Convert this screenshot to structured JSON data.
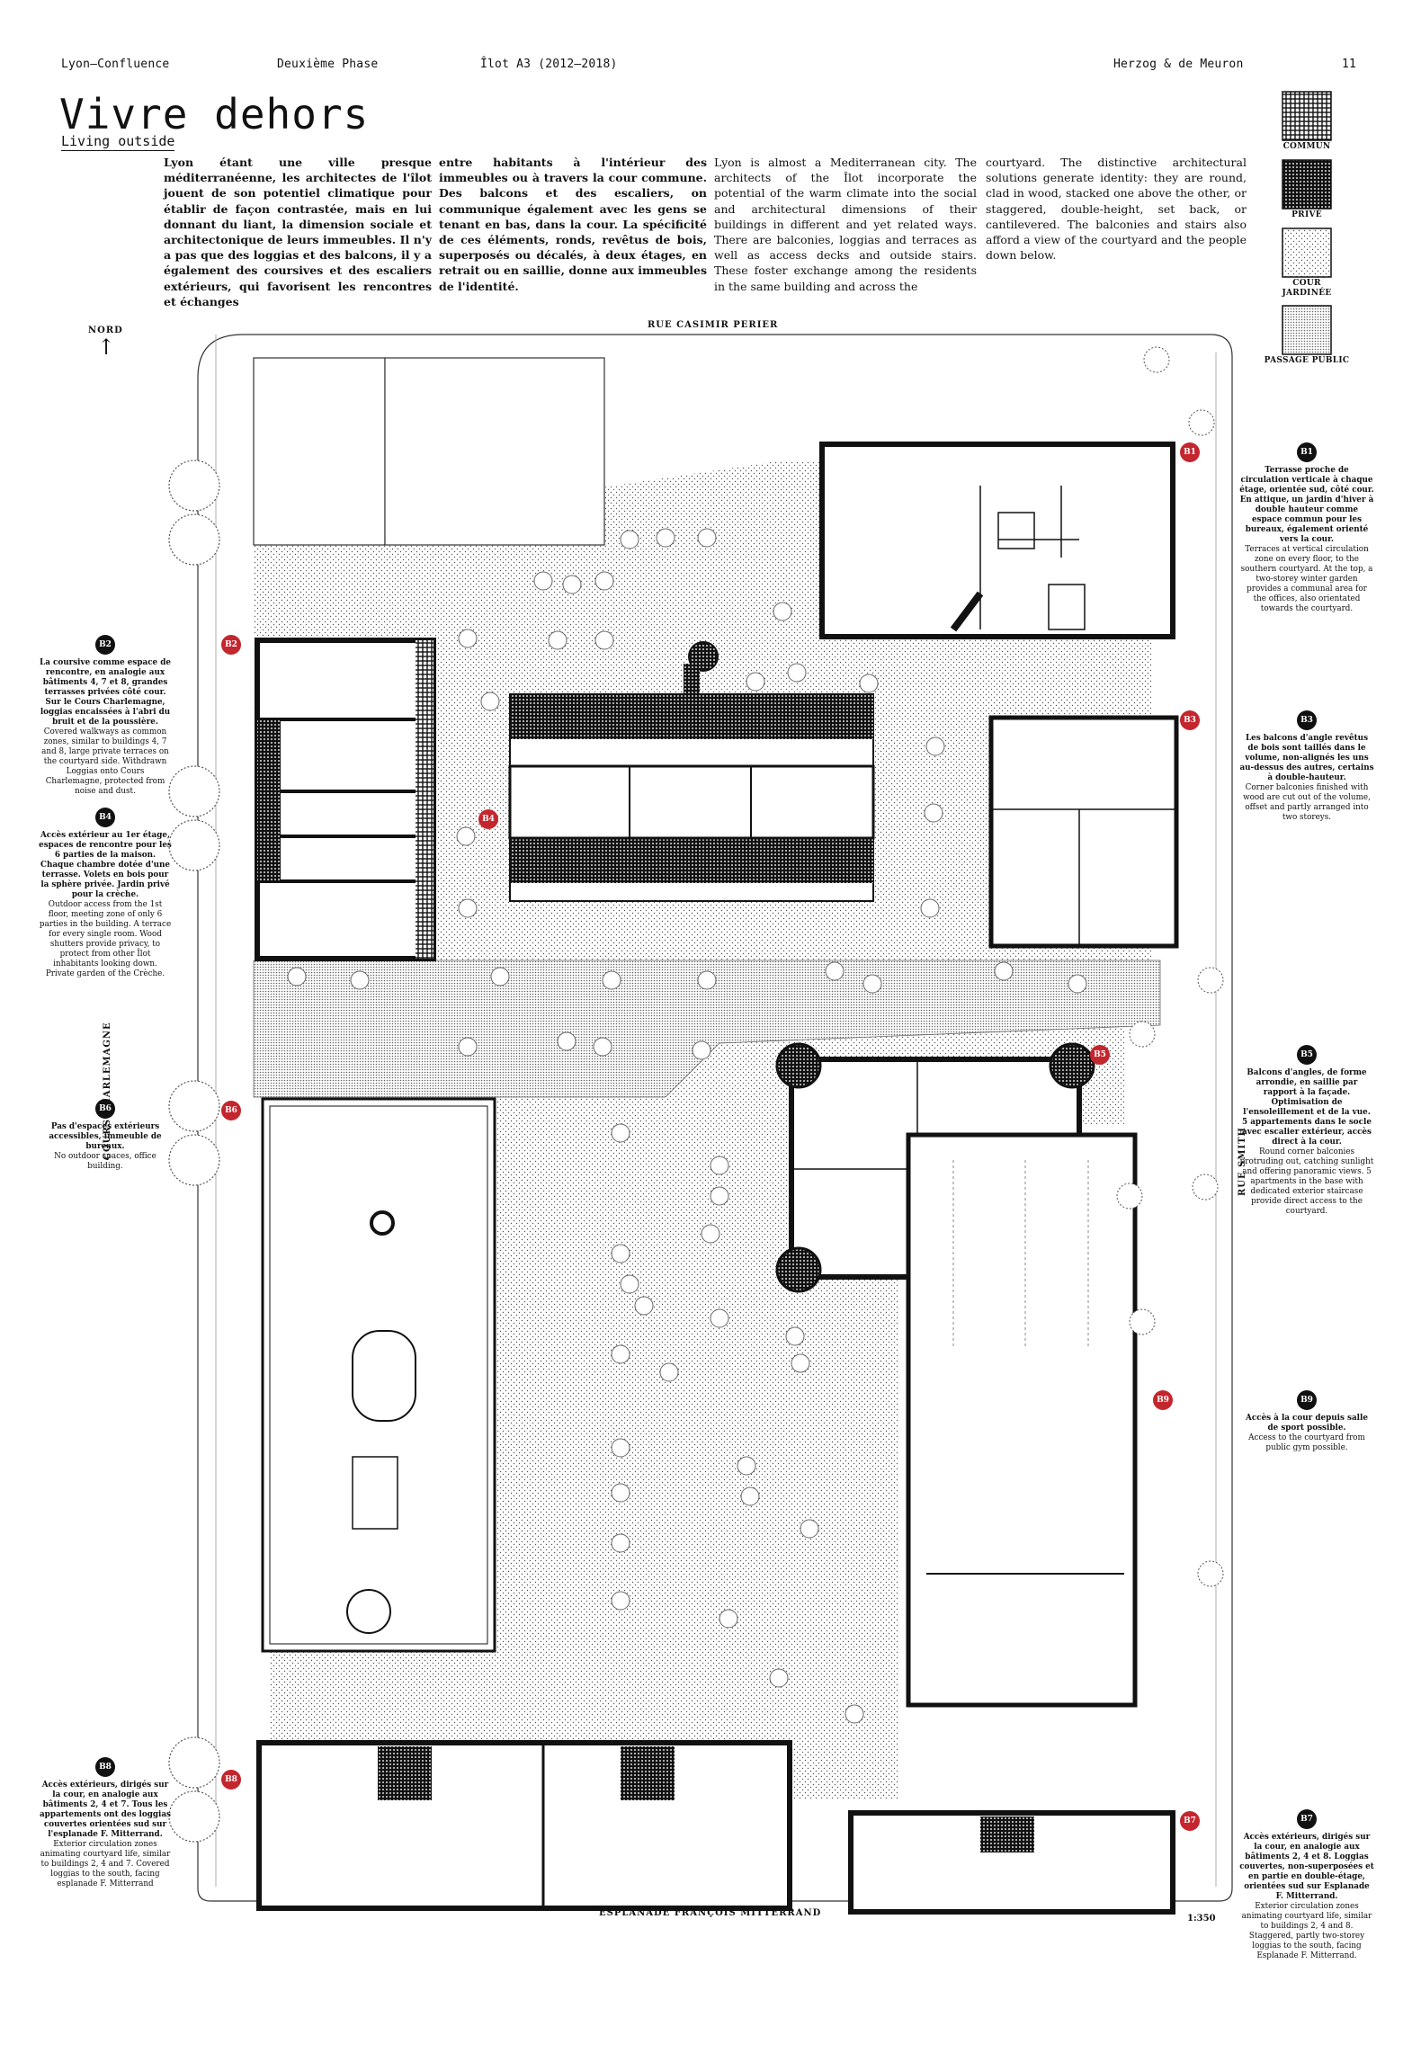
{
  "header": {
    "left": "Lyon–Confluence",
    "phase": "Deuxième Phase",
    "ilot": "Îlot A3 (2012–2018)",
    "architect": "Herzog & de Meuron",
    "page": "11"
  },
  "title": "Vivre dehors",
  "subtitle": "Living outside",
  "intro": {
    "fr_col1": "Lyon étant une ville presque méditerranéenne, les architectes de l'îlot jouent de son potentiel climatique pour établir de façon contrastée, mais en lui donnant du liant, la dimension sociale et architectonique de leurs immeubles. Il n'y a pas que des loggias et des balcons, il y a également des coursives et des escaliers extérieurs, qui favorisent les rencontres et échanges",
    "fr_col2": "entre habitants à l'intérieur des immeubles ou à travers la cour commune. Des balcons et des escaliers, on communique également avec les gens se tenant en bas, dans la cour. La spécificité de ces éléments, ronds, revêtus de bois, superposés ou décalés, à deux étages, en retrait ou en saillie, donne aux immeubles de l'identité.",
    "en_col1": "Lyon is almost a Mediterranean city. The architects of the Îlot incorporate the potential of the warm climate into the social and architectural dimensions of their buildings in different and yet related ways. There are balconies, loggias and terraces as well as access decks and outside stairs. These foster exchange among the residents in the same building and across the",
    "en_col2": "courtyard. The distinctive architectural solutions generate identity: they are round, clad in wood, stacked one above the other, or staggered, double-height, set back, or cantilevered. The balconies and stairs also afford a view of the courtyard and the people down below."
  },
  "legend": [
    {
      "label": "COMMUN"
    },
    {
      "label": "PRIVÉ"
    },
    {
      "label": "COUR JARDINÉE"
    },
    {
      "label": "PASSAGE PUBLIC"
    }
  ],
  "north": {
    "label": "NORD",
    "arrow": "↑"
  },
  "streets": {
    "north": "RUE CASIMIR PERIER",
    "south": "ESPLANADE FRANÇOIS MITTERRAND",
    "west": "COURS CHARLEMAGNE",
    "east": "RUE SMITH"
  },
  "scale": "1:350",
  "badges": {
    "b1": "B1",
    "b2": "B2",
    "b3": "B3",
    "b4": "B4",
    "b5": "B5",
    "b6": "B6",
    "b7": "B7",
    "b8": "B8",
    "b9": "B9"
  },
  "notes": {
    "b1": {
      "fr": "Terrasse proche de circulation verticale à chaque étage, orientée sud, côté cour. En attique, un jardin d'hiver à double hauteur comme espace commun pour les bureaux, également orienté vers la cour.",
      "en": "Terraces at vertical circulation zone on every floor, to the southern courtyard. At the top, a two-storey winter garden provides a communal area for the offices, also orientated towards the courtyard."
    },
    "b2": {
      "fr": "La coursive comme espace de rencontre, en analogie aux bâtiments 4, 7 et 8, grandes terrasses privées côté cour. Sur le Cours Charlemagne, loggias encaissées à l'abri du bruit et de la poussière.",
      "en": "Covered walkways as common zones, similar to buildings 4, 7 and 8, large private terraces on the courtyard side. Withdrawn Loggias onto Cours Charlemagne, protected from noise and dust."
    },
    "b3": {
      "fr": "Les balcons d'angle revêtus de bois sont taillés dans le volume, non-alignés les uns au-dessus des autres, certains à double-hauteur.",
      "en": "Corner balconies finished with wood are cut out of the volume, offset and partly arranged into two storeys."
    },
    "b4": {
      "fr": "Accès extérieur au 1er étage, espaces de rencontre pour les 6 parties de la maison. Chaque chambre dotée d'une terrasse. Volets en bois pour la sphère privée. Jardin privé pour la crèche.",
      "en": "Outdoor access from the 1st floor, meeting zone of only 6 parties in the building. A terrace for every single room. Wood shutters provide privacy, to protect from other Îlot inhabitants looking down. Private garden of the Crèche."
    },
    "b5": {
      "fr": "Balcons d'angles, de forme arrondie, en saillie par rapport à la façade. Optimisation de l'ensoleillement et de la vue. 5 appartements dans le socle avec escalier extérieur, accès direct à la cour.",
      "en": "Round corner balconies protruding out, catching sunlight and offering panoramic views. 5 apartments in the base with dedicated exterior staircase provide direct access to the courtyard."
    },
    "b6": {
      "fr": "Pas d'espaces extérieurs accessibles, immeuble de bureaux.",
      "en": "No outdoor spaces, office building."
    },
    "b7": {
      "fr": "Accès extérieurs, dirigés sur la cour, en analogie aux bâtiments 2, 4 et 8. Loggias couvertes, non-superposées et en partie en double-étage, orientées sud sur Esplanade F. Mitterrand.",
      "en": "Exterior circulation zones animating courtyard life, similar to buildings 2, 4 and 8. Staggered, partly two-storey loggias to the south, facing Esplanade F. Mitterrand."
    },
    "b8": {
      "fr": "Accès extérieurs, dirigés sur la cour, en analogie aux bâtiments 2, 4 et 7. Tous les appartements ont des loggias couvertes orientées sud sur l'esplanade F. Mitterrand.",
      "en": "Exterior circulation zones animating courtyard life, similar to buildings 2, 4 and 7. Covered loggias to the south, facing esplanade F. Mitterrand"
    },
    "b9": {
      "fr": "Accès à la cour depuis salle de sport possible.",
      "en": "Access to the courtyard from public gym possible."
    }
  }
}
